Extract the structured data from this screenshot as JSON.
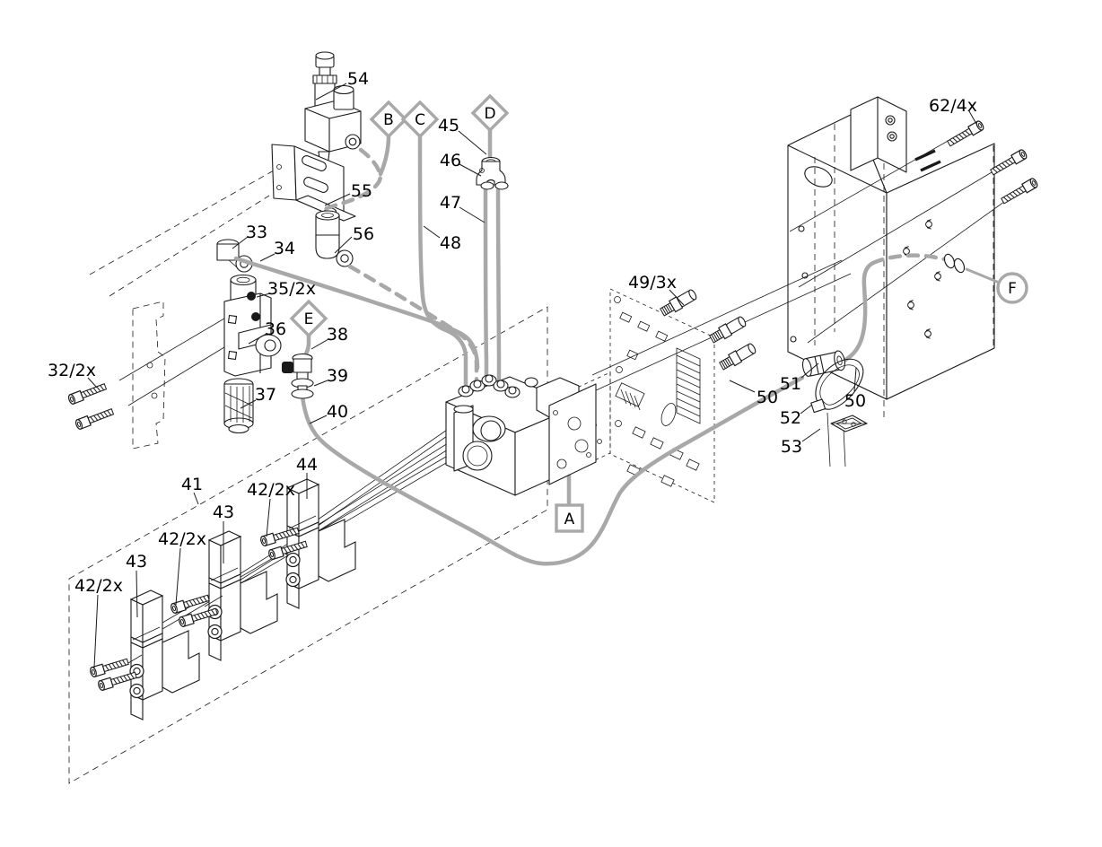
{
  "diagram": {
    "type": "exploded-parts-assembly-diagram",
    "colors": {
      "background": "#ffffff",
      "line_art": "#1a1a1a",
      "pneumatic_tube": "#a8a8a8",
      "label_text": "#000000",
      "connector_marker": "#a8a8a8"
    },
    "labels": {
      "p32": "32/2x",
      "p33": "33",
      "p34": "34",
      "p35": "35/2x",
      "p36": "36",
      "p37": "37",
      "p38": "38",
      "p39": "39",
      "p40": "40",
      "p41": "41",
      "p42a": "42/2x",
      "p42b": "42/2x",
      "p42c": "42/2x",
      "p43a": "43",
      "p43b": "43",
      "p44": "44",
      "p45": "45",
      "p46": "46",
      "p47": "47",
      "p48": "48",
      "p49": "49/3x",
      "p50a": "50",
      "p50b": "50",
      "p51": "51",
      "p52": "52",
      "p53": "53",
      "p54": "54",
      "p55": "55",
      "p56": "56",
      "p62": "62/4x"
    },
    "connectors": {
      "a": "A",
      "b": "B",
      "c": "C",
      "d": "D",
      "e": "E",
      "f": "F"
    }
  }
}
